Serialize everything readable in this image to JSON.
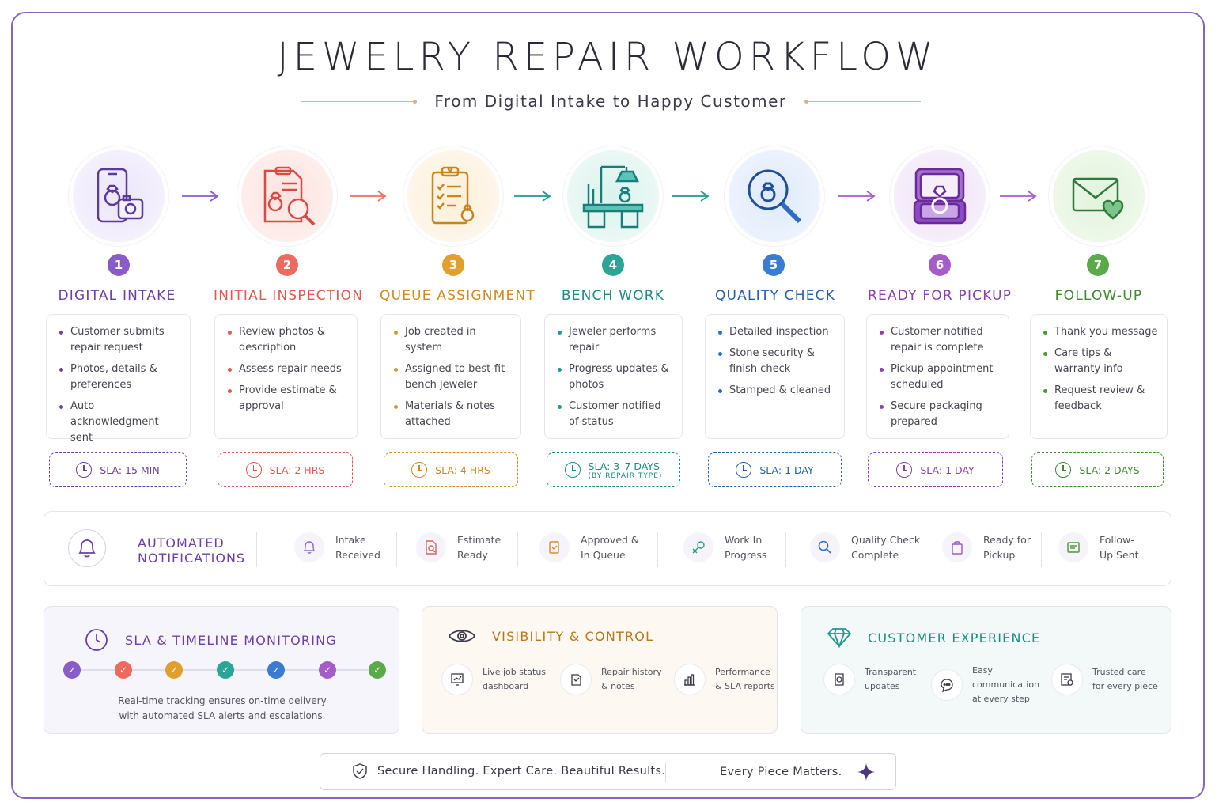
{
  "header": {
    "title": "JEWELRY REPAIR WORKFLOW",
    "subtitle": "From Digital Intake to Happy Customer"
  },
  "steps": [
    {
      "number": "1",
      "title": "DIGITAL INTAKE",
      "color": "#6b3fa8",
      "bullets": [
        "Customer submits repair request",
        "Photos, details & preferences",
        "Auto acknowledgment sent"
      ],
      "sla": "SLA: 15 MIN",
      "sla_note": "",
      "icon": "phone-ring-camera-icon"
    },
    {
      "number": "2",
      "title": "INITIAL INSPECTION",
      "color": "#e8574f",
      "bullets": [
        "Review photos & description",
        "Assess repair needs",
        "Provide estimate & approval"
      ],
      "sla": "SLA: 2 HRS",
      "sla_note": "",
      "icon": "document-magnifier-icon"
    },
    {
      "number": "3",
      "title": "QUEUE ASSIGNMENT",
      "color": "#d9932a",
      "bullets": [
        "Job created in system",
        "Assigned to best-fit bench jeweler",
        "Materials & notes attached"
      ],
      "sla": "SLA: 4 HRS",
      "sla_note": "",
      "icon": "clipboard-checklist-icon"
    },
    {
      "number": "4",
      "title": "BENCH WORK",
      "color": "#1f9a8f",
      "bullets": [
        "Jeweler performs repair",
        "Progress updates & photos",
        "Customer notified of status"
      ],
      "sla": "SLA: 3–7 DAYS",
      "sla_note": "(BY REPAIR TYPE)",
      "icon": "jeweler-bench-icon"
    },
    {
      "number": "5",
      "title": "QUALITY CHECK",
      "color": "#2d6ec4",
      "bullets": [
        "Detailed inspection",
        "Stone security & finish check",
        "Stamped & cleaned"
      ],
      "sla": "SLA: 1 DAY",
      "sla_note": "",
      "icon": "magnifier-ring-icon"
    },
    {
      "number": "6",
      "title": "READY FOR PICKUP",
      "color": "#8a3fb8",
      "bullets": [
        "Customer notified repair is complete",
        "Pickup appointment scheduled",
        "Secure packaging prepared"
      ],
      "sla": "SLA: 1 DAY",
      "sla_note": "",
      "icon": "ring-box-icon"
    },
    {
      "number": "7",
      "title": "FOLLOW-UP",
      "color": "#4a9a3a",
      "bullets": [
        "Thank you message",
        "Care tips & warranty info",
        "Request review & feedback"
      ],
      "sla": "SLA: 2 DAYS",
      "sla_note": "",
      "icon": "envelope-heart-icon"
    }
  ],
  "notifications": {
    "label": "AUTOMATED NOTIFICATIONS",
    "items": [
      {
        "label": "Intake Received",
        "icon": "bell-icon"
      },
      {
        "label": "Estimate Ready",
        "icon": "estimate-icon"
      },
      {
        "label": "Approved & In Queue",
        "icon": "approved-icon"
      },
      {
        "label": "Work In Progress",
        "icon": "tools-icon"
      },
      {
        "label": "Quality Check Complete",
        "icon": "search-icon"
      },
      {
        "label": "Ready for Pickup",
        "icon": "bag-icon"
      },
      {
        "label": "Follow-Up Sent",
        "icon": "message-icon"
      }
    ]
  },
  "panels": {
    "sla": {
      "title": "SLA & TIMELINE MONITORING",
      "description_1": "Real-time tracking ensures on-time delivery",
      "description_2": "with automated SLA alerts and escalations."
    },
    "visibility": {
      "title": "VISIBILITY & CONTROL",
      "items": [
        {
          "l1": "Live job status",
          "l2": "dashboard",
          "icon": "dashboard-icon"
        },
        {
          "l1": "Repair history",
          "l2": "& notes",
          "icon": "history-icon"
        },
        {
          "l1": "Performance",
          "l2": "& SLA reports",
          "icon": "bar-chart-icon"
        }
      ]
    },
    "customer": {
      "title": "CUSTOMER EXPERIENCE",
      "items": [
        {
          "l1": "Transparent",
          "l2": "updates",
          "icon": "refresh-icon"
        },
        {
          "l1": "Easy communication",
          "l2": "at every step",
          "icon": "chat-icon"
        },
        {
          "l1": "Trusted care",
          "l2": "for every piece",
          "icon": "certificate-icon"
        }
      ]
    }
  },
  "footer": {
    "left": "Secure Handling. Expert Care. Beautiful Results.",
    "right": "Every Piece Matters."
  },
  "colors": {
    "frame": "#8a63c2",
    "accent_gold": "#d8b08c"
  }
}
